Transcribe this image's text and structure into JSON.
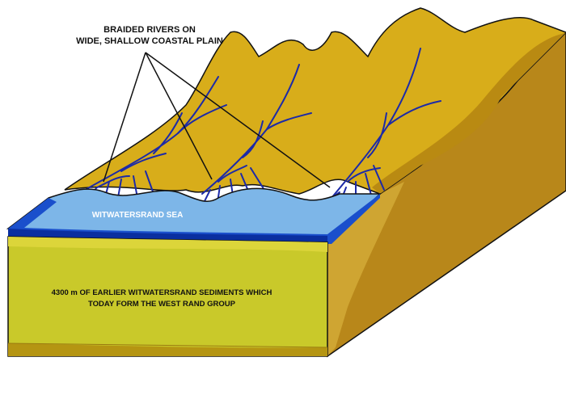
{
  "labels": {
    "rivers_line1": "BRAIDED RIVERS ON",
    "rivers_line2": "WIDE, SHALLOW COASTAL PLAIN",
    "sea": "WITWATERSRAND SEA",
    "sediments_line1": "4300 m OF EARLIER WITWATERSRAND SEDIMENTS WHICH",
    "sediments_line2": "TODAY FORM THE WEST RAND GROUP"
  },
  "colors": {
    "mountain": "#D8AD1A",
    "mountain_shadow": "#B98A12",
    "right_side": "#B8871A",
    "block_front": "#C9C92A",
    "block_front_base": "#B59512",
    "sea_surface": "#7DB6E8",
    "sea_deep": "#1A4FCC",
    "sea_dark": "#0A2FA0",
    "rivers": "#1C2AA8",
    "outline": "#111111"
  }
}
